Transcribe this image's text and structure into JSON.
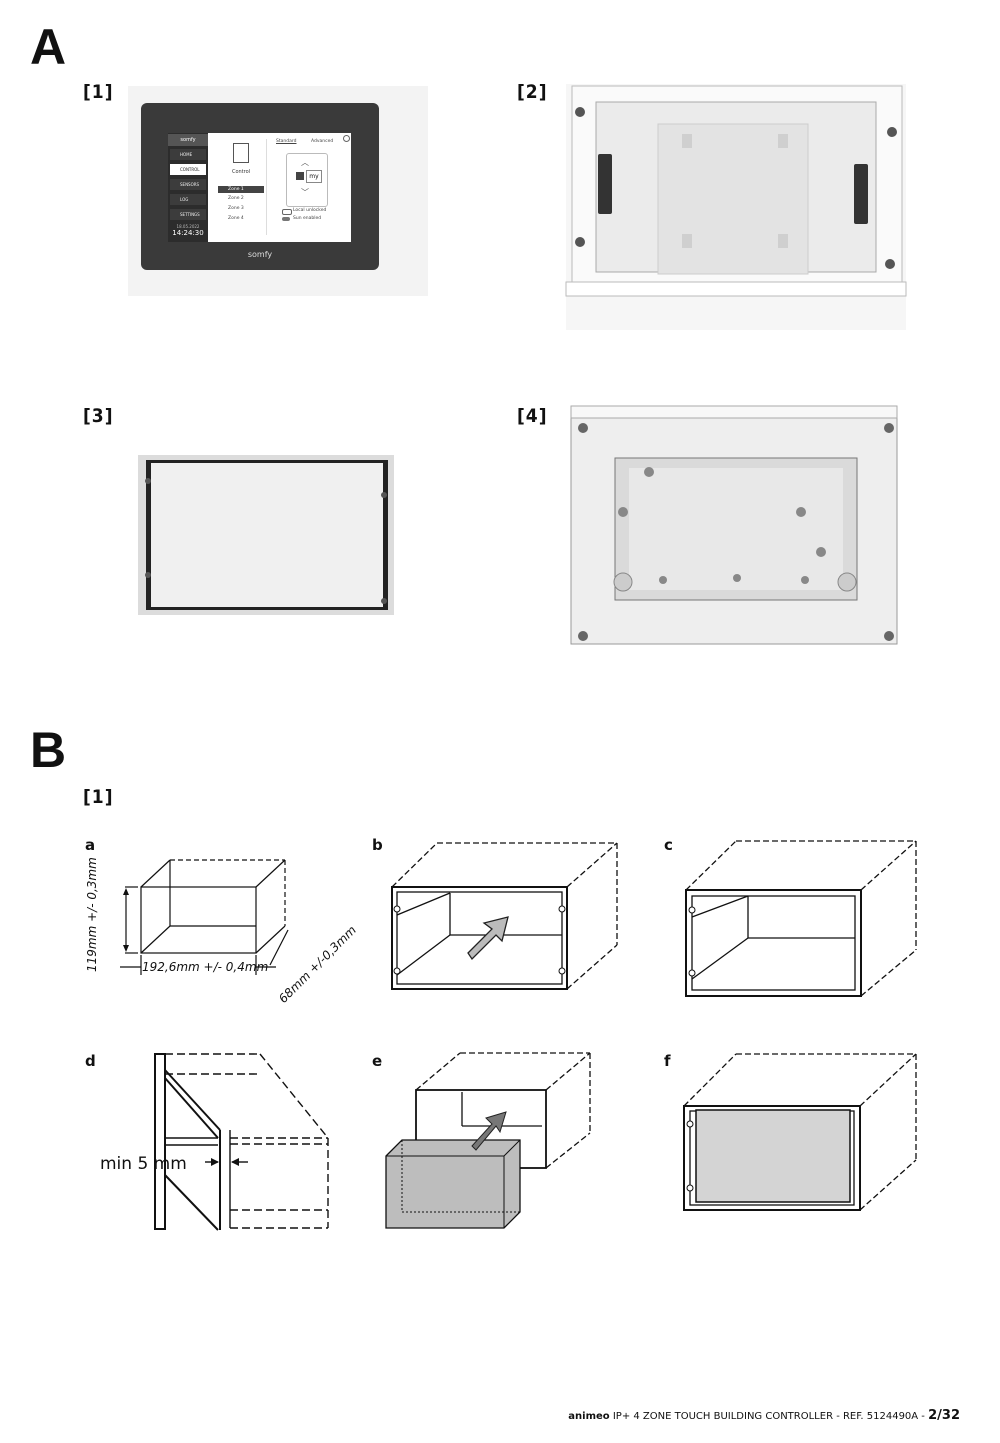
{
  "section_a": {
    "letter": "A",
    "figures": [
      {
        "num": "[1]"
      },
      {
        "num": "[2]"
      },
      {
        "num": "[3]"
      },
      {
        "num": "[4]"
      }
    ],
    "device": {
      "brand": "somfy",
      "menu": [
        "HOME",
        "CONTROL",
        "SENSORS",
        "LOG",
        "SETTINGS"
      ],
      "date": "18.05.2022",
      "time": "14:24:30",
      "tabs": [
        "Standard",
        "Advanced"
      ],
      "control_label": "Control",
      "zones": [
        "Zone 1",
        "Zone 2",
        "Zone 3",
        "Zone 4"
      ],
      "my_label": "my",
      "toggles": [
        "Local unlocked",
        "Sun enabled"
      ]
    }
  },
  "section_b": {
    "letter": "B",
    "figure_num": "[1]",
    "subfigures": [
      "a",
      "b",
      "c",
      "d",
      "e",
      "f"
    ],
    "dims": {
      "height": "119mm +/- 0,3mm",
      "width": "192,6mm +/- 0,4mm",
      "depth": "68mm +/-0,3mm"
    },
    "min_gap": "min 5 mm"
  },
  "footer": {
    "brand": "animeo",
    "text": " IP+ 4 ZONE TOUCH BUILDING CONTROLLER - REF. 5124490A - ",
    "page": "2/32"
  }
}
